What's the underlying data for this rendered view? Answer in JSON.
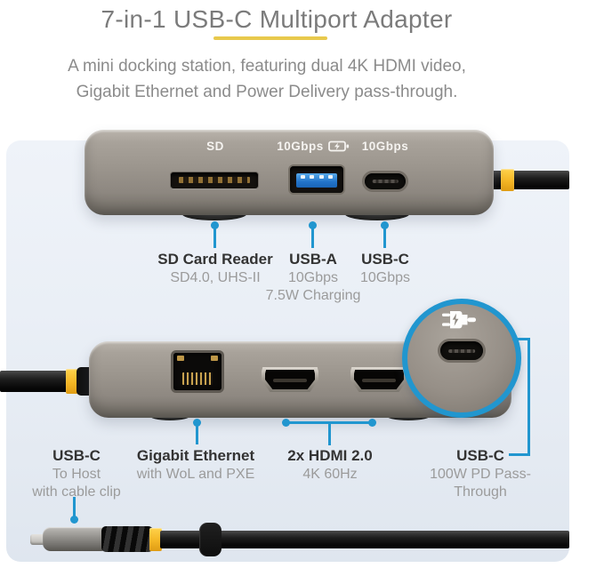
{
  "header": {
    "title": "7-in-1 USB-C Multiport Adapter",
    "subtitle_line1": "A mini docking station, featuring dual 4K HDMI video,",
    "subtitle_line2": "Gigabit Ethernet and Power Delivery pass-through."
  },
  "colors": {
    "accent_blue": "#2196cf",
    "underline_yellow": "#e8c94d",
    "cable_band_yellow": "#f4b625",
    "usb_a_blue": "#2273c9",
    "device_body_gray": "#9b958d"
  },
  "top_device": {
    "sd_print": "SD",
    "usb_a_print": "10Gbps",
    "usb_a_print_icon": "fast-charge-battery-icon",
    "usb_c_print": "10Gbps"
  },
  "circle_callout_icon": "power-plug-icon",
  "top_callouts": [
    {
      "title": "SD Card Reader",
      "subs": [
        "SD4.0, UHS-II"
      ]
    },
    {
      "title": "USB-A",
      "subs": [
        "10Gbps",
        "7.5W Charging"
      ]
    },
    {
      "title": "USB-C",
      "subs": [
        "10Gbps"
      ]
    }
  ],
  "bottom_callouts": [
    {
      "title": "USB-C",
      "subs": [
        "To Host",
        "with cable clip"
      ]
    },
    {
      "title": "Gigabit Ethernet",
      "subs": [
        "with WoL and PXE"
      ]
    },
    {
      "title": "2x HDMI 2.0",
      "subs": [
        "4K 60Hz"
      ]
    },
    {
      "title": "USB-C",
      "subs": [
        "100W PD Pass-Through"
      ]
    }
  ]
}
